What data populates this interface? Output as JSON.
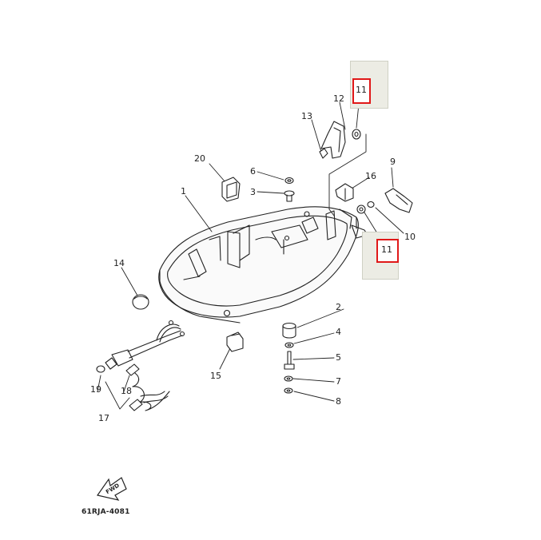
{
  "diagram_code": "61RJA-4081",
  "fwd_label": "FWD",
  "highlight_color": "#e01818",
  "callouts": {
    "c1": "1",
    "c2": "2",
    "c3": "3",
    "c4": "4",
    "c5": "5",
    "c6": "6",
    "c7": "7",
    "c8": "8",
    "c9": "9",
    "c10": "10",
    "c11a": "11",
    "c11b": "11",
    "c12": "12",
    "c13": "13",
    "c14": "14",
    "c15": "15",
    "c16": "16",
    "c17": "17",
    "c18": "18",
    "c19": "19",
    "c20": "20"
  }
}
